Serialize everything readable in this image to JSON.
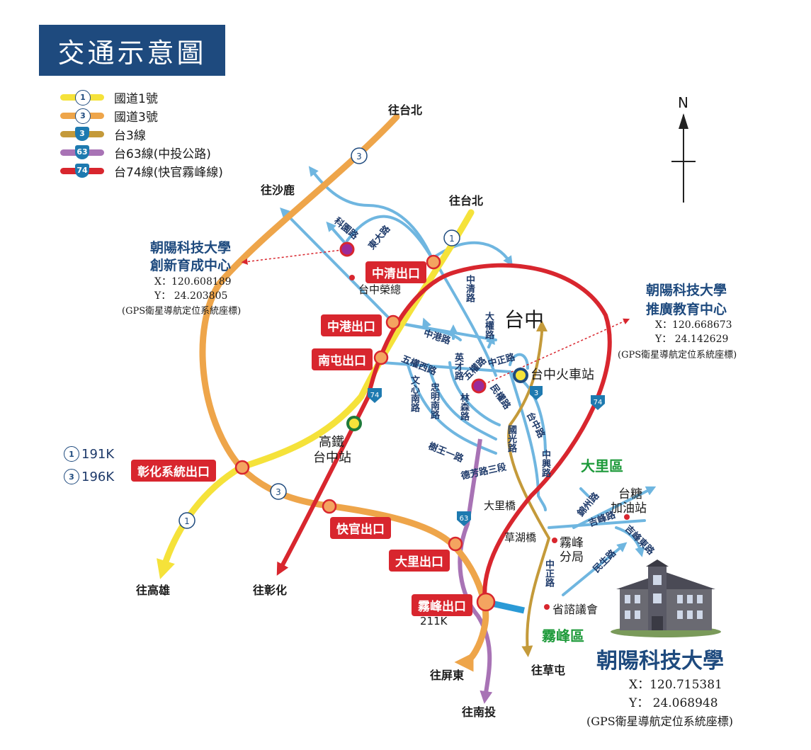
{
  "title": "交通示意圖",
  "legend": [
    {
      "shield": "1",
      "label": "國道1號",
      "color": "#f5e23a"
    },
    {
      "shield": "3",
      "label": "國道3號",
      "color": "#eea54a"
    },
    {
      "shield": "3",
      "label": "台3線",
      "color": "#c49a3a"
    },
    {
      "shield": "63",
      "label": "台63線(中投公路)",
      "color": "#a873b5"
    },
    {
      "shield": "74",
      "label": "台74線(快官霧峰線)",
      "color": "#d8262e"
    }
  ],
  "compass": {
    "label": "N"
  },
  "destinations": {
    "taipei_1": "往台北",
    "taipei_2": "往台北",
    "shalu": "往沙鹿",
    "kaohsiung": "往高雄",
    "changhua": "往彰化",
    "pingtung": "往屏東",
    "nantou": "往南投",
    "caotun": "往草屯"
  },
  "exits": {
    "zhongqing": "中清出口",
    "zhonggang": "中港出口",
    "nantun": "南屯出口",
    "changhua_sys": "彰化系統出口",
    "kuaiguan": "快官出口",
    "dali": "大里出口",
    "wufeng": "霧峰出口"
  },
  "places": {
    "taichung": "台中",
    "taichung_station": "台中火車站",
    "hsr_line1": "高鐵",
    "hsr_line2": "台中站",
    "taichung_hq": "台中榮總",
    "dali_bridge": "大里橋",
    "caohu_bridge": "草湖橋",
    "wufeng_police_1": "霧峰",
    "wufeng_police_2": "分局",
    "taisugar_1": "台糖",
    "taisugar_2": "加油站",
    "council": "省諮議會",
    "wufeng_km": "211K"
  },
  "districts": {
    "dali": "大里區",
    "wufeng": "霧峰區"
  },
  "roads": {
    "keyuan": "科園路",
    "dongda": "東大路",
    "zhongqing_rd": "中清路",
    "daquan": "大權路",
    "zhonggang_rd": "中港路",
    "zhongzheng": "中正路",
    "wuquan_w": "五權西路",
    "wuquan": "五權路",
    "yingcai": "英才路",
    "minquan": "民權路",
    "wenxin_s": "文心南路",
    "zhongming_s": "忠明南路",
    "linsen": "林森路",
    "taizhong_rd": "台中路",
    "guoguang": "國光路",
    "zhongxing": "中興路",
    "shuwang_1": "樹王一路",
    "defang_3": "德芳路三段",
    "jinzhou": "錦州路",
    "jifeng": "吉峰路",
    "jifeng_e": "吉峰東路",
    "minsheng": "民生路",
    "zhongzheng_2": "中正路"
  },
  "km_markers": [
    {
      "shield": "1",
      "value": "191K"
    },
    {
      "shield": "3",
      "value": "196K"
    }
  ],
  "shields": {
    "n1": "1",
    "n3": "3",
    "t3": "3",
    "t63": "63",
    "t74": "74"
  },
  "campus_incubation": {
    "name_1": "朝陽科技大學",
    "name_2": "創新育成中心",
    "x": "X：120.608189",
    "y": "Y：  24.203805",
    "note": "(GPS衛星導航定位系統座標)"
  },
  "campus_extension": {
    "name_1": "朝陽科技大學",
    "name_2": "推廣教育中心",
    "x": "X：120.668673",
    "y": "Y：  24.142629",
    "note": "(GPS衛星導航定位系統座標)"
  },
  "campus_main": {
    "name": "朝陽科技大學",
    "x": "X：120.715381",
    "y": "Y：  24.068948",
    "note": "(GPS衛星導航定位系統座標)"
  }
}
